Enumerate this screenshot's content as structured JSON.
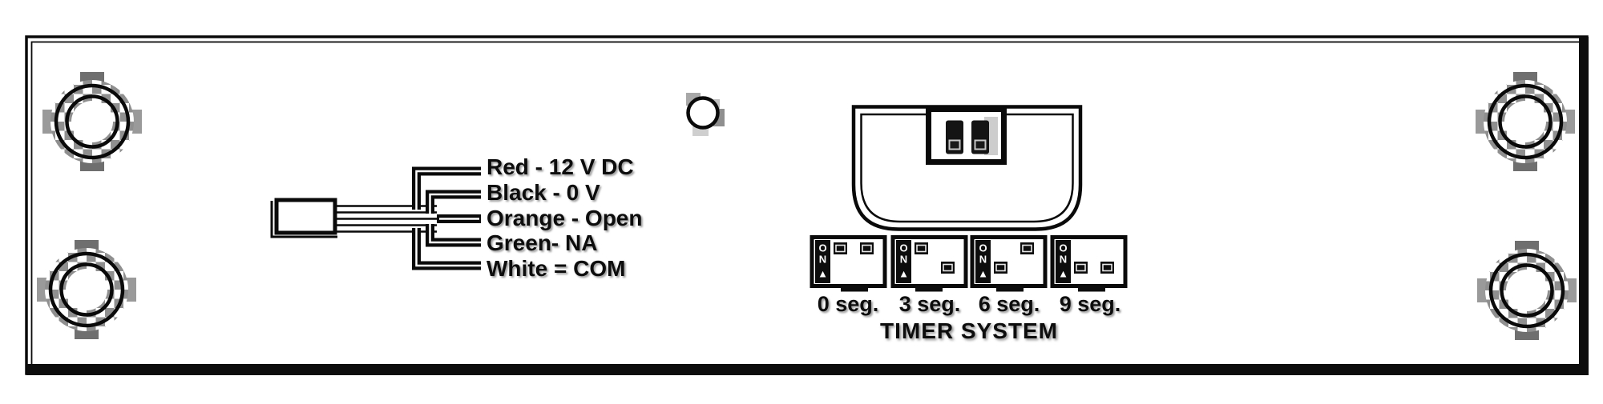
{
  "device": {
    "wiring_labels": [
      "Red - 12 V DC",
      "Black - 0 V",
      "Orange - Open",
      "Green- NA",
      "White = COM"
    ],
    "timer": {
      "system_label": "TIMER SYSTEM",
      "on_letters": [
        "O",
        "N",
        "▲"
      ],
      "switches": [
        {
          "label": "0 seg.",
          "positions": [
            "up",
            "up"
          ]
        },
        {
          "label": "3 seg.",
          "positions": [
            "up",
            "down"
          ]
        },
        {
          "label": "6 seg.",
          "positions": [
            "down",
            "up"
          ]
        },
        {
          "label": "9 seg.",
          "positions": [
            "down",
            "down"
          ]
        }
      ]
    },
    "icons": {
      "mounting_screw": "screw-hole-icon",
      "indicator_hole": "round-hole-icon",
      "terminal_block": "terminal-block-icon",
      "wire_plug": "connector-plug-icon"
    },
    "colors": {
      "ink": "#0d0d0d",
      "background": "#ffffff",
      "checker_gray": "#8f8f8f"
    }
  }
}
